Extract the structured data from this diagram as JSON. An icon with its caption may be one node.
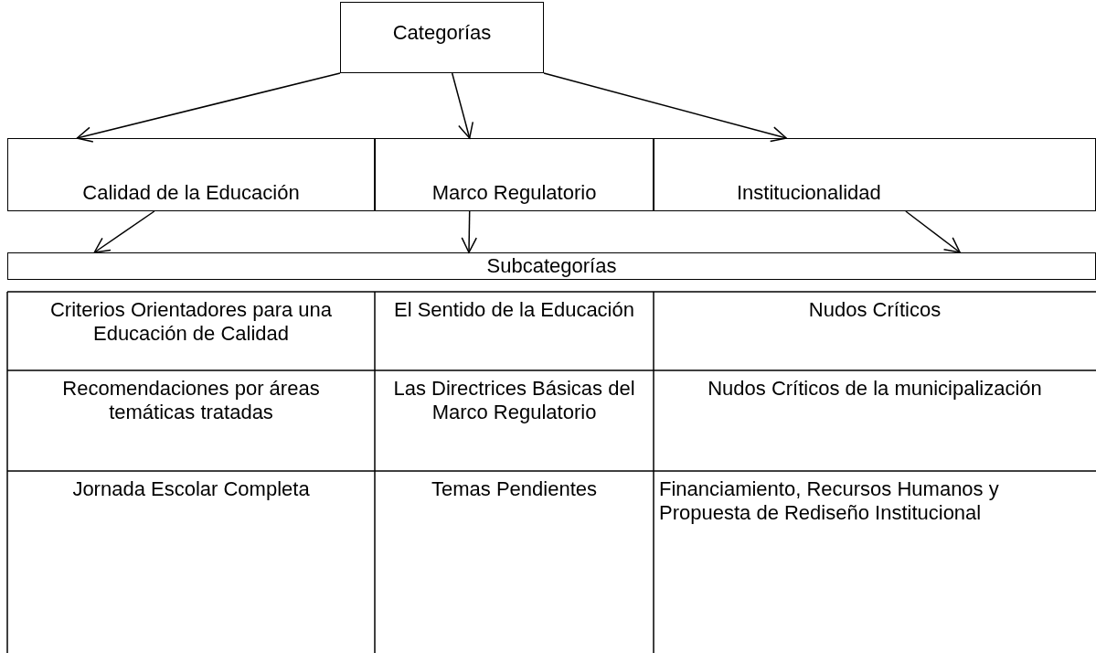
{
  "diagram": {
    "nodes": [
      {
        "text": [
          "Categorías"
        ]
      },
      {
        "text": [
          "Calidad de la Educación"
        ]
      },
      {
        "text": [
          "Marco Regulatorio"
        ]
      },
      {
        "text": [
          "Institucionalidad"
        ]
      },
      {
        "text": [
          "Subcategorías"
        ]
      }
    ],
    "edges": [
      {
        "from": 0,
        "to": 1,
        "arrow": "to"
      },
      {
        "from": 0,
        "to": 2,
        "arrow": "to"
      },
      {
        "from": 0,
        "to": 3,
        "arrow": "to"
      },
      {
        "from": 1,
        "to": 4,
        "arrow": "to"
      },
      {
        "from": 2,
        "to": 4,
        "arrow": "to"
      },
      {
        "from": 3,
        "to": 4,
        "arrow": "to"
      }
    ],
    "labels": [
      "Criterios Orientadores para una Educación de Calidad",
      "El Sentido de la Educación",
      "Nudos Críticos",
      "Recomendaciones por áreas temáticas tratadas",
      "Las Directrices Básicas del Marco Regulatorio",
      "Nudos Críticos de la municipalización",
      "Jornada Escolar Completa",
      "Temas Pendientes",
      "Financiamiento, Recursos Humanos y Propuesta de Rediseño Institucional"
    ]
  }
}
